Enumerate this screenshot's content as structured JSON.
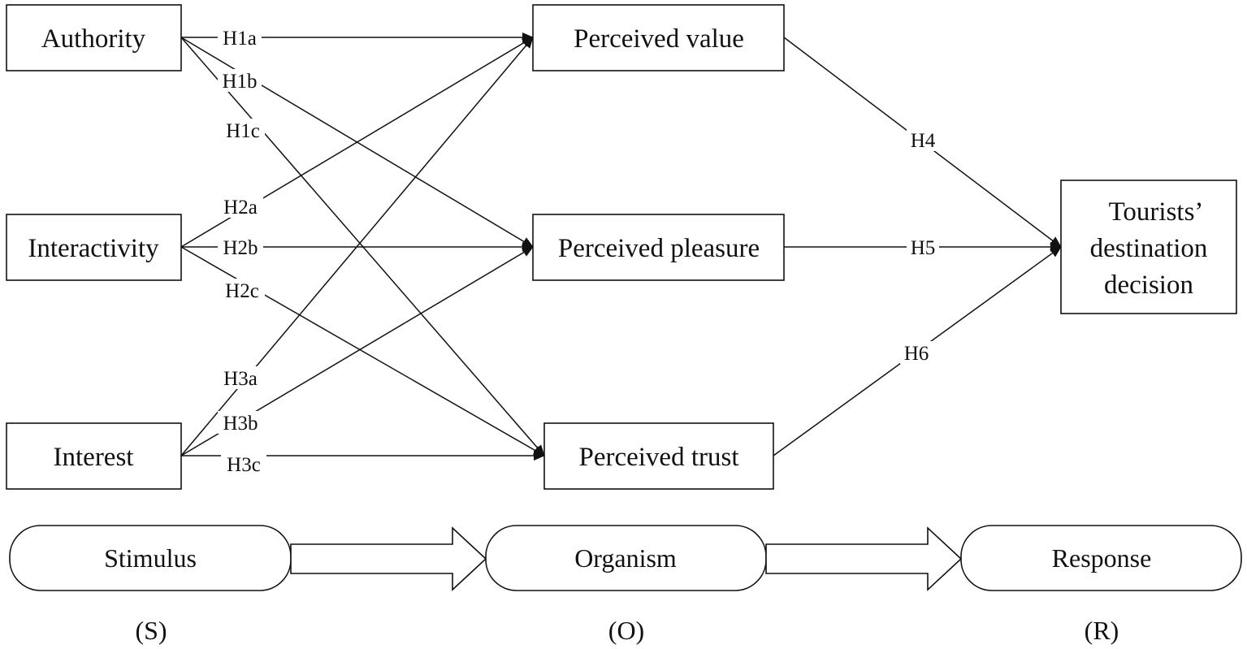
{
  "constructs": {
    "authority": "Authority",
    "interactivity": "Interactivity",
    "interest": "Interest",
    "perceived_value": "Perceived value",
    "perceived_pleasure": "Perceived pleasure",
    "perceived_trust": "Perceived trust",
    "decision": [
      "Tourists’",
      "destination",
      "decision"
    ]
  },
  "hypotheses": {
    "H1a": "H1a",
    "H1b": "H1b",
    "H1c": "H1c",
    "H2a": "H2a",
    "H2b": "H2b",
    "H2c": "H2c",
    "H3a": "H3a",
    "H3b": "H3b",
    "H3c": "H3c",
    "H4": "H4",
    "H5": "H5",
    "H6": "H6"
  },
  "stages": {
    "stimulus": "Stimulus",
    "organism": "Organism",
    "response": "Response",
    "stimulus_code": "(S)",
    "organism_code": "(O)",
    "response_code": "(R)"
  }
}
